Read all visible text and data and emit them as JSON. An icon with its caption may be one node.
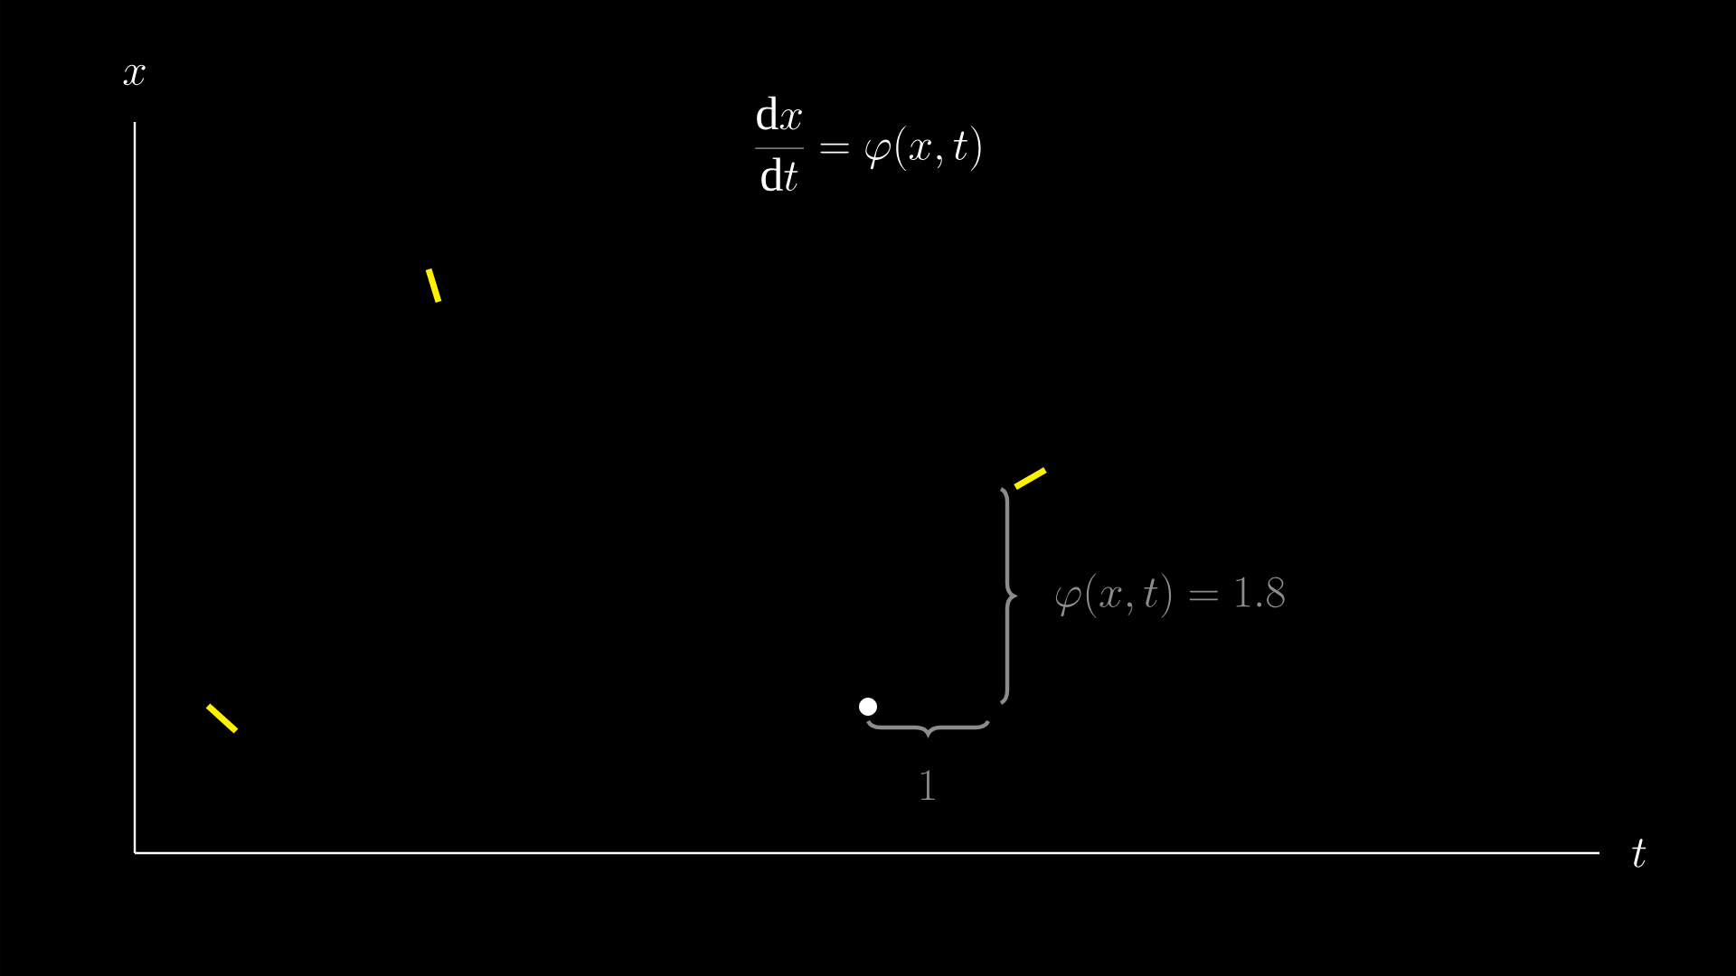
{
  "diagram": {
    "title": "\\frac{\\mathrm{d}x}{\\mathrm{d}t} = \\varphi(x,t)",
    "labels": [
      "x",
      "t",
      "1",
      "\\varphi(x,t) = 1.8"
    ]
  }
}
